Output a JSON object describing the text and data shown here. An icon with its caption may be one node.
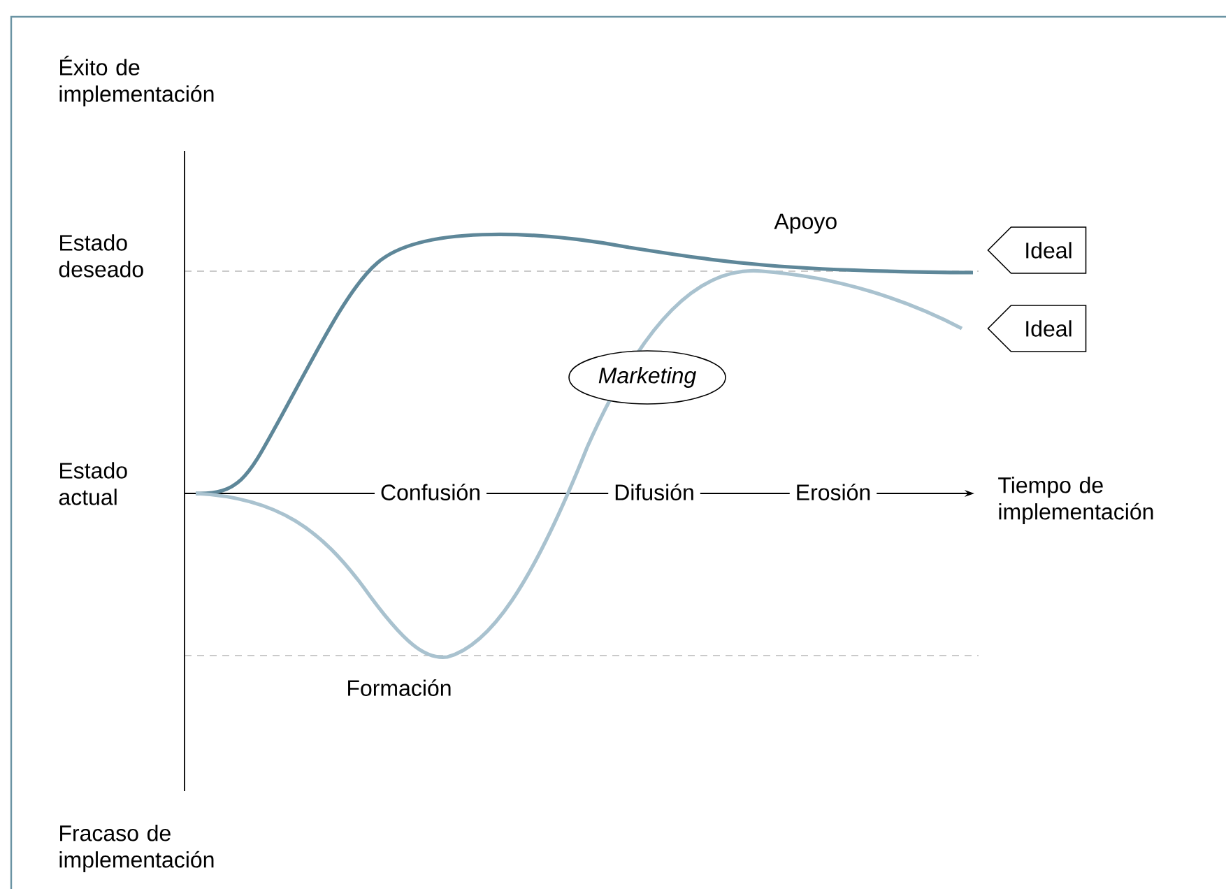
{
  "diagram": {
    "nodes": [
      {
        "text": [
          "Ideal"
        ]
      },
      {
        "text": [
          "Ideal"
        ]
      },
      {
        "text": [
          "Marketing"
        ]
      }
    ],
    "labels": [
      "Éxito de implementación",
      "Estado deseado",
      "Apoyo",
      "Estado actual",
      "Confusión",
      "Difusión",
      "Erosión",
      "Tiempo de implementación",
      "Formación",
      "Fracaso de implementación"
    ]
  }
}
